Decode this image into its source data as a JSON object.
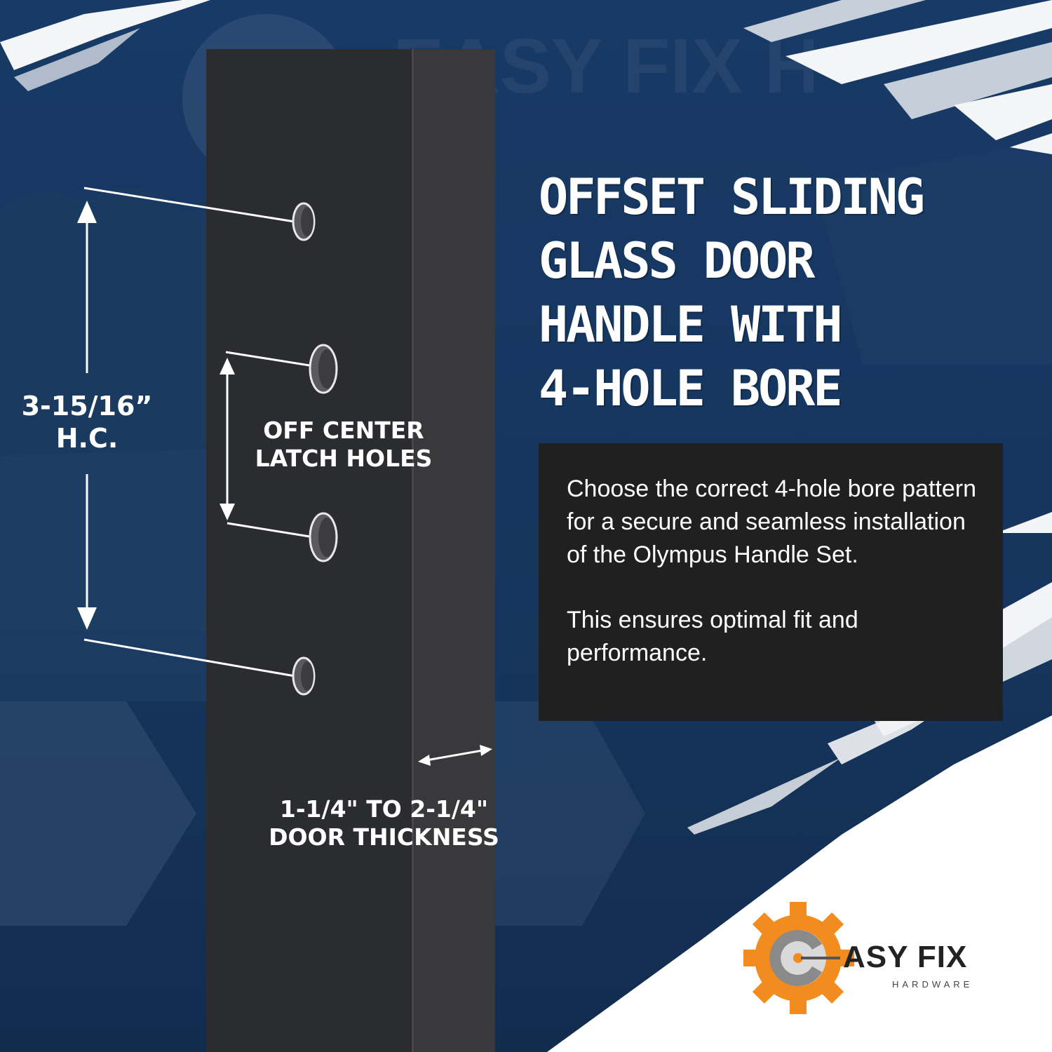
{
  "headline": {
    "lines": [
      "OFFSET SLIDING",
      "GLASS DOOR",
      "HANDLE WITH",
      "4-HOLE BORE"
    ]
  },
  "dimensions": {
    "hole_center_line1": "3-15/16”",
    "hole_center_line2": "H.C.",
    "latch_line1": "OFF CENTER",
    "latch_line2": "LATCH HOLES",
    "thickness_line1": "1-1/4\" TO 2-1/4\"",
    "thickness_line2": "DOOR THICKNESS"
  },
  "description": {
    "paragraph1": "Choose the correct 4-hole bore pattern for a secure and seamless installation of the Olympus Handle Set.",
    "paragraph2": "This ensures optimal fit and performance."
  },
  "logo": {
    "brand": "ASY FIX",
    "sub": "HARDWARE",
    "watermark": "EASY FIX HARDWARE"
  },
  "colors": {
    "background": "#132c4f",
    "door": "#2b2c2f",
    "accent_orange": "#f28c1e",
    "white": "#ffffff"
  }
}
